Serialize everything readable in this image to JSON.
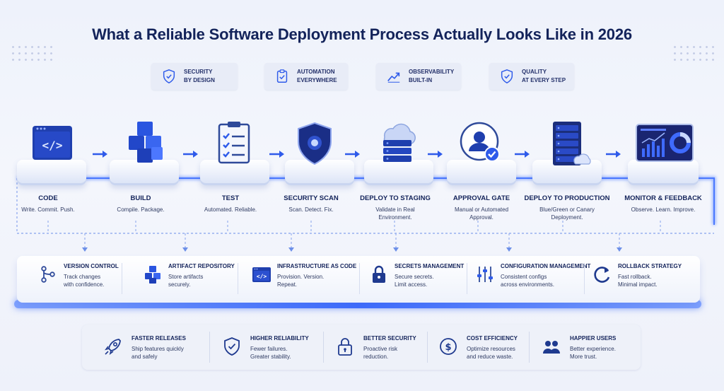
{
  "title": "What a Reliable Software Deployment Process Actually Looks Like in 2026",
  "principles": [
    {
      "line1": "SECURITY",
      "line2": "BY DESIGN",
      "icon": "shield-check-icon"
    },
    {
      "line1": "AUTOMATION",
      "line2": "EVERYWHERE",
      "icon": "clipboard-check-icon"
    },
    {
      "line1": "OBSERVABILITY",
      "line2": "BUILT-IN",
      "icon": "trend-chart-icon"
    },
    {
      "line1": "QUALITY",
      "line2": "AT EVERY STEP",
      "icon": "shield-check-icon"
    }
  ],
  "stages": [
    {
      "label": "CODE",
      "desc1": "Write. Commit. Push.",
      "desc2": "",
      "icon": "code-monitor-icon"
    },
    {
      "label": "BUILD",
      "desc1": "Compile. Package.",
      "desc2": "",
      "icon": "cubes-icon"
    },
    {
      "label": "TEST",
      "desc1": "Automated. Reliable.",
      "desc2": "",
      "icon": "checklist-icon"
    },
    {
      "label": "SECURITY SCAN",
      "desc1": "Scan. Detect. Fix.",
      "desc2": "",
      "icon": "security-shield-icon"
    },
    {
      "label": "DEPLOY TO STAGING",
      "desc1": "Validate in Real",
      "desc2": "Environment.",
      "icon": "cloud-server-icon"
    },
    {
      "label": "APPROVAL GATE",
      "desc1": "Manual or Automated",
      "desc2": "Approval.",
      "icon": "user-approval-icon"
    },
    {
      "label": "DEPLOY TO PRODUCTION",
      "desc1": "Blue/Green or Canary",
      "desc2": "Deployment.",
      "icon": "server-rack-icon"
    },
    {
      "label": "MONITOR & FEEDBACK",
      "desc1": "Observe. Learn. Improve.",
      "desc2": "",
      "icon": "dashboard-icon"
    }
  ],
  "tools": [
    {
      "title": "VERSION CONTROL",
      "desc1": "Track changes",
      "desc2": "with confidence.",
      "icon": "git-branch-icon"
    },
    {
      "title": "ARTIFACT REPOSITORY",
      "desc1": "Store artifacts",
      "desc2": "securely.",
      "icon": "cubes-icon"
    },
    {
      "title": "INFRASTRUCTURE AS CODE",
      "desc1": "Provision. Version.",
      "desc2": "Repeat.",
      "icon": "code-window-icon"
    },
    {
      "title": "SECRETS MANAGEMENT",
      "desc1": "Secure secrets.",
      "desc2": "Limit access.",
      "icon": "lock-icon"
    },
    {
      "title": "CONFIGURATION MANAGEMENT",
      "desc1": "Consistent configs",
      "desc2": "across environments.",
      "icon": "sliders-icon"
    },
    {
      "title": "ROLLBACK STRATEGY",
      "desc1": "Fast rollback.",
      "desc2": "Minimal impact.",
      "icon": "refresh-icon"
    }
  ],
  "benefits": [
    {
      "title": "FASTER RELEASES",
      "desc1": "Ship features quickly",
      "desc2": "and safely",
      "icon": "rocket-icon"
    },
    {
      "title": "HIGHER RELIABILITY",
      "desc1": "Fewer failures.",
      "desc2": "Greater stability.",
      "icon": "shield-check-icon"
    },
    {
      "title": "BETTER SECURITY",
      "desc1": "Proactive risk",
      "desc2": "reduction.",
      "icon": "lock-icon"
    },
    {
      "title": "COST EFFICIENCY",
      "desc1": "Optimize resources",
      "desc2": "and reduce waste.",
      "icon": "dollar-icon"
    },
    {
      "title": "HAPPIER USERS",
      "desc1": "Better experience.",
      "desc2": "More trust.",
      "icon": "users-icon"
    }
  ],
  "colors": {
    "accent": "#2f5bea",
    "navy": "#13235a",
    "glow": "#5a86ff"
  }
}
